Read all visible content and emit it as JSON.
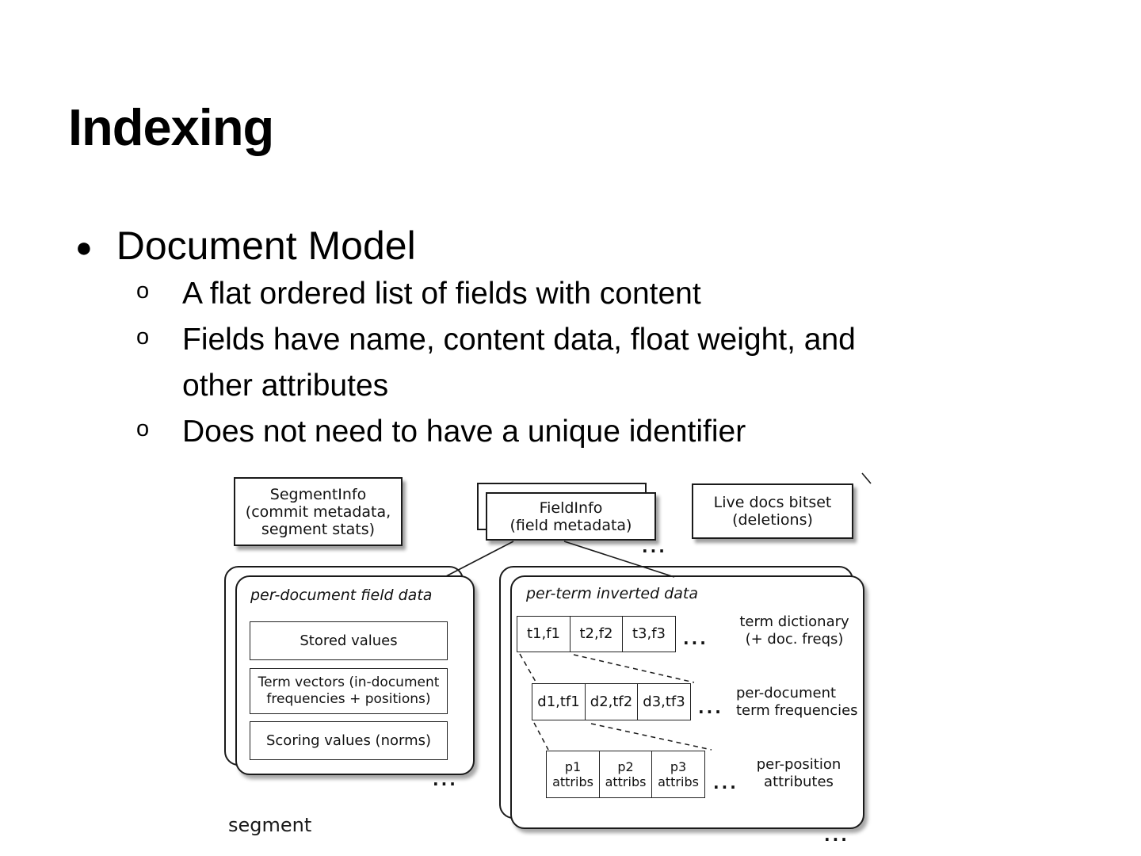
{
  "colors": {
    "background": "#ffffff",
    "text": "#000000",
    "diagram_stroke": "#1a1a1a"
  },
  "slide": {
    "title": "Indexing",
    "bullet": {
      "marker": "●",
      "label": "Document Model"
    },
    "sub_bullets": [
      {
        "marker": "o",
        "text": "A flat ordered list of fields with content"
      },
      {
        "marker": "o",
        "text": "Fields have name, content data, float weight, and\nother attributes"
      },
      {
        "marker": "o",
        "text": "Does not need to have a unique identifier"
      }
    ]
  },
  "diagram": {
    "segment_info_box": "SegmentInfo\n(commit metadata,\nsegment stats)",
    "field_info_box": "FieldInfo\n(field metadata)",
    "field_info_ellipsis": "...",
    "live_docs_box": "Live docs bitset\n(deletions)",
    "left_container": {
      "title": "per-document field data",
      "box_stored": "Stored values",
      "box_term_vectors": "Term vectors (in-document\nfrequencies + positions)",
      "box_scoring": "Scoring values (norms)",
      "ellipsis": "..."
    },
    "right_container": {
      "title": "per-term inverted data",
      "rows": [
        {
          "cells": [
            "t1,f1",
            "t2,f2",
            "t3,f3"
          ],
          "ellipsis": "...",
          "label": "term dictionary\n(+ doc. freqs)"
        },
        {
          "cells": [
            "d1,tf1",
            "d2,tf2",
            "d3,tf3"
          ],
          "ellipsis": "...",
          "label": "per-document\nterm frequencies"
        },
        {
          "cells": [
            "p1\nattribs",
            "p2\nattribs",
            "p3\nattribs"
          ],
          "ellipsis": "...",
          "label": "per-position\nattributes"
        }
      ],
      "ellipsis": "..."
    },
    "segment_label": "segment"
  }
}
